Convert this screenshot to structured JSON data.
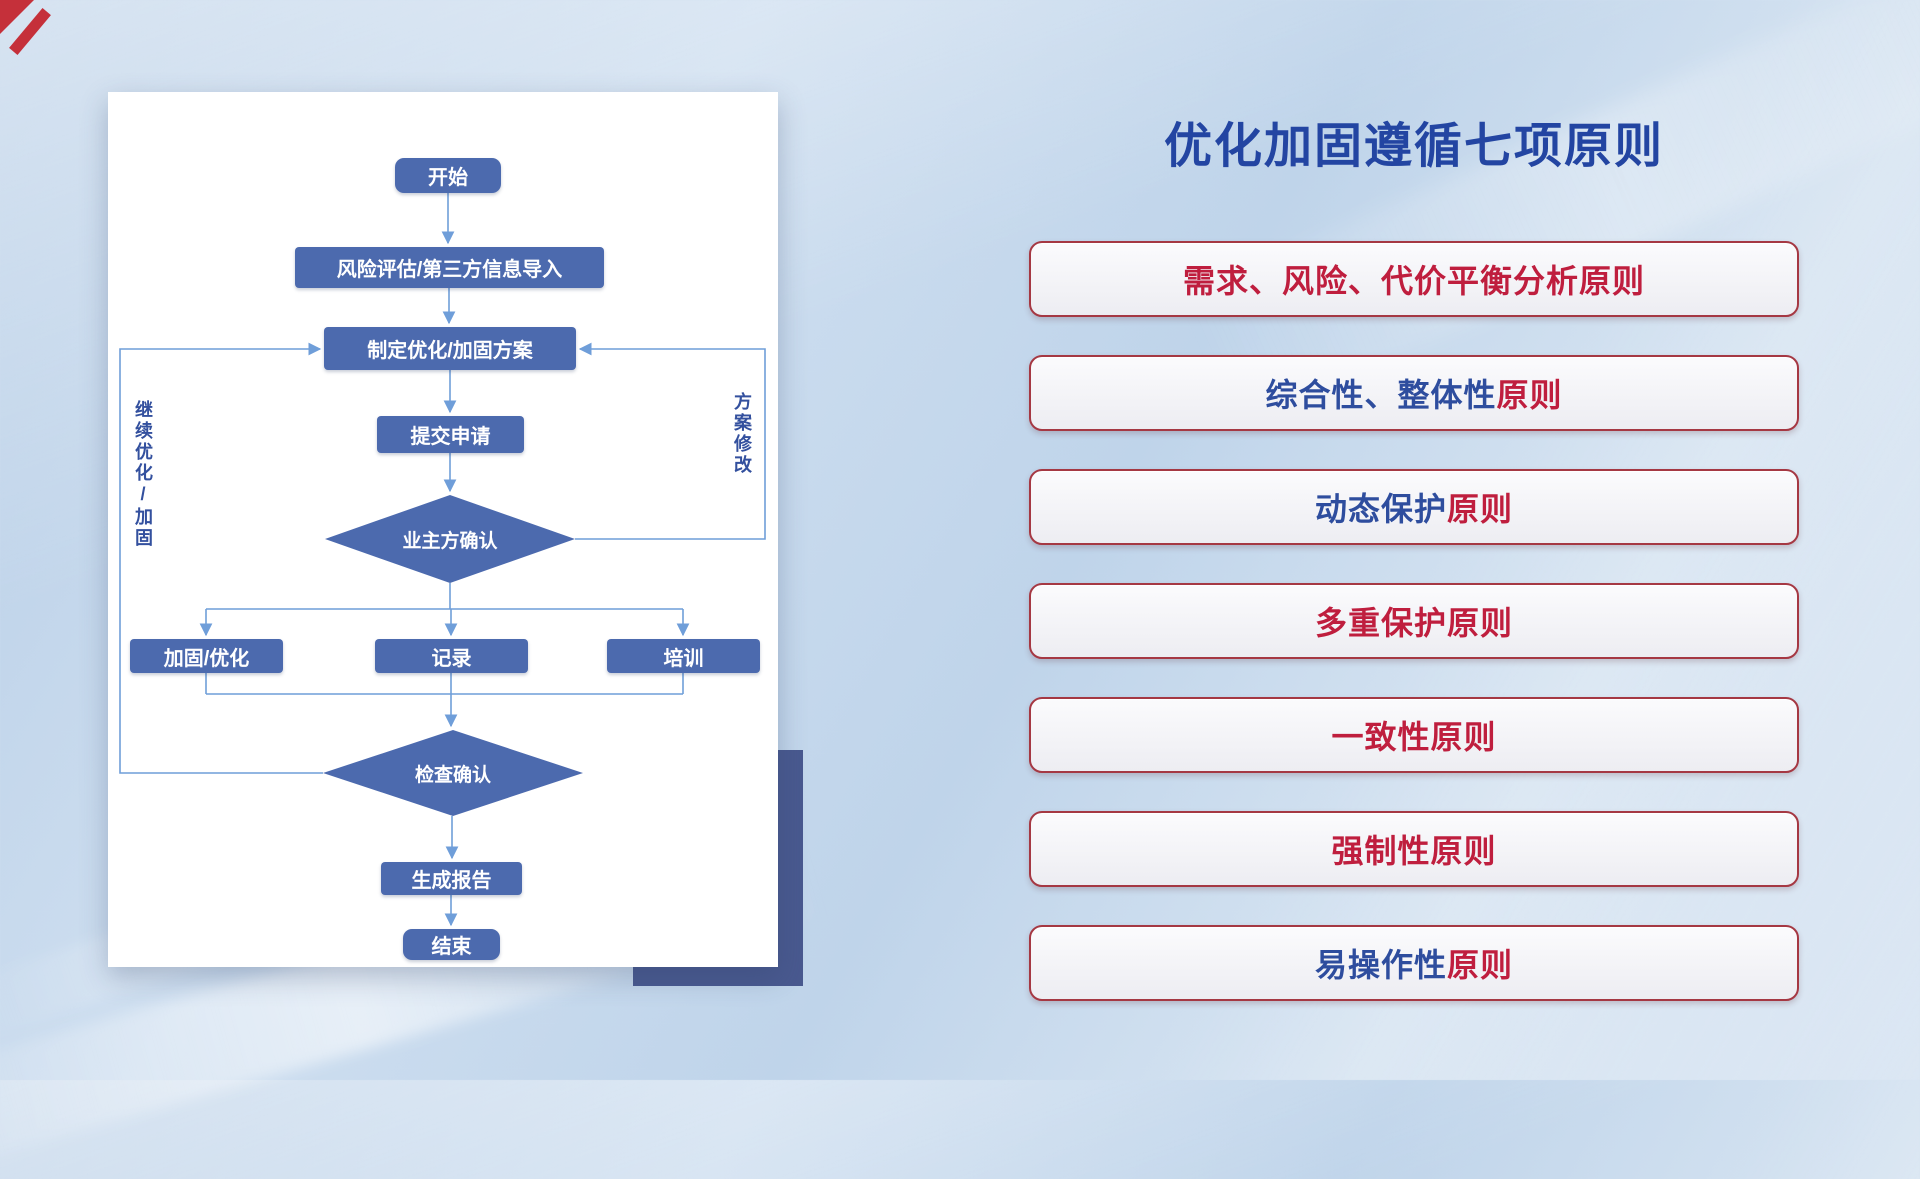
{
  "slide": {
    "title": "优化加固遵循七项原则"
  },
  "palette": {
    "red": "#bf1e3e",
    "blue": "#2e4d9e",
    "node_blue": "#4c6aae",
    "line_blue": "#6f9ed9",
    "border_red": "#a53843",
    "title_blue": "#2345a2",
    "accent_red": "#c5303a"
  },
  "flowchart": {
    "nodes": {
      "start": "开始",
      "risk": "风险评估/第三方信息导入",
      "plan": "制定优化/加固方案",
      "submit": "提交申请",
      "owner_confirm": "业主方确认",
      "harden": "加固/优化",
      "record": "记录",
      "training": "培训",
      "check_confirm": "检查确认",
      "report": "生成报告",
      "end": "结束"
    },
    "labels": {
      "left_loop": "继续优化/加固",
      "right_loop": "方案修改"
    }
  },
  "principles": [
    {
      "segments": [
        {
          "text": "需求、风险、代价平衡分析原则",
          "color": "red"
        }
      ]
    },
    {
      "segments": [
        {
          "text": "综合性、整体性",
          "color": "blue"
        },
        {
          "text": "原则",
          "color": "red"
        }
      ]
    },
    {
      "segments": [
        {
          "text": "动态保护",
          "color": "blue"
        },
        {
          "text": "原则",
          "color": "red"
        }
      ]
    },
    {
      "segments": [
        {
          "text": "多重保护原则",
          "color": "red"
        }
      ]
    },
    {
      "segments": [
        {
          "text": "一致性原则",
          "color": "red"
        }
      ]
    },
    {
      "segments": [
        {
          "text": "强制性原则",
          "color": "red"
        }
      ]
    },
    {
      "segments": [
        {
          "text": "易操作性",
          "color": "blue"
        },
        {
          "text": "原则",
          "color": "red"
        }
      ]
    }
  ]
}
